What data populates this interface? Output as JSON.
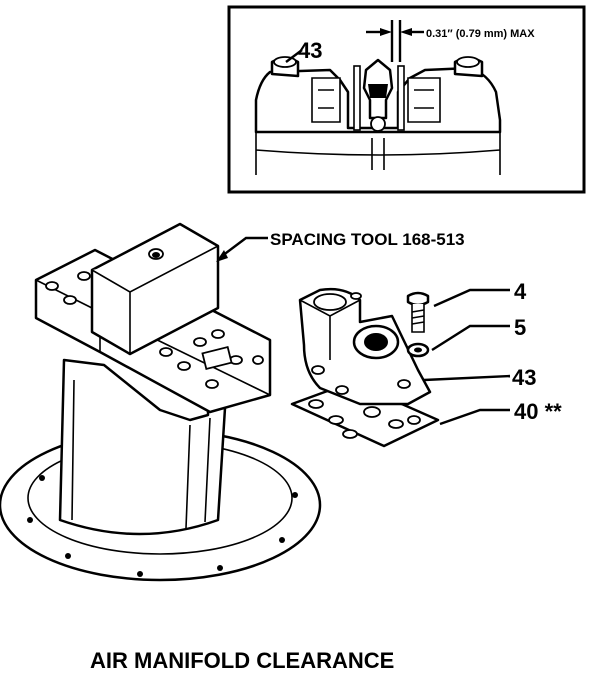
{
  "inset": {
    "callout": "43",
    "dimension": "0.31′′ (0.79 mm)  MAX"
  },
  "main": {
    "tool_label": "SPACING TOOL 168-513",
    "callouts": [
      "4",
      "5",
      "43",
      "40 **"
    ]
  },
  "caption": "AIR MANIFOLD CLEARANCE"
}
